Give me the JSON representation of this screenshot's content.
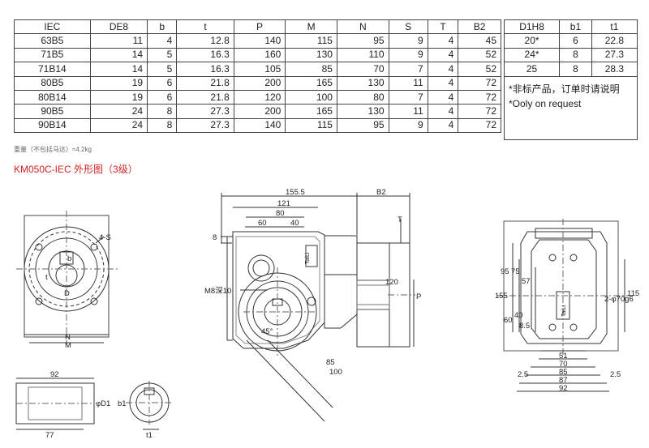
{
  "spec_table": {
    "headers": [
      "IEC",
      "DE8",
      "b",
      "t",
      "P",
      "M",
      "N",
      "S",
      "T",
      "B2"
    ],
    "rows": [
      [
        "63B5",
        "11",
        "4",
        "12.8",
        "140",
        "115",
        "95",
        "9",
        "4",
        "45"
      ],
      [
        "71B5",
        "14",
        "5",
        "16.3",
        "160",
        "130",
        "110",
        "9",
        "4",
        "52"
      ],
      [
        "71B14",
        "14",
        "5",
        "16.3",
        "105",
        "85",
        "70",
        "7",
        "4",
        "52"
      ],
      [
        "80B5",
        "19",
        "6",
        "21.8",
        "200",
        "165",
        "130",
        "11",
        "4",
        "72"
      ],
      [
        "80B14",
        "19",
        "6",
        "21.8",
        "120",
        "100",
        "80",
        "7",
        "4",
        "72"
      ],
      [
        "90B5",
        "24",
        "8",
        "27.3",
        "200",
        "165",
        "130",
        "11",
        "4",
        "72"
      ],
      [
        "90B14",
        "24",
        "8",
        "27.3",
        "140",
        "115",
        "95",
        "9",
        "4",
        "72"
      ]
    ]
  },
  "flange_table": {
    "headers": [
      "D1H8",
      "b1",
      "t1"
    ],
    "rows": [
      [
        "20*",
        "6",
        "22.8"
      ],
      [
        "24*",
        "8",
        "27.3"
      ],
      [
        "25",
        "8",
        "28.3"
      ]
    ],
    "note_cn": "*非标产品，订单时请说明",
    "note_en": "*Ooly on request"
  },
  "weight_note": "重量（不包括马达）≈4.2kg",
  "diagram_title": "KM050C-IEC 外形图（3级）",
  "dims": {
    "front": {
      "four_s": "4-S",
      "b": "b",
      "t": "t",
      "d": "D",
      "n": "N",
      "m": "M"
    },
    "side": {
      "d155_5": "155.5",
      "b2": "B2",
      "d121": "121",
      "d80": "80",
      "d60": "60",
      "d40": "40",
      "d8": "8",
      "t": "T",
      "m8": "M8深10",
      "d120": "120",
      "p": "P",
      "d45": "45°",
      "d85": "85",
      "d100": "100"
    },
    "right": {
      "d95": "95",
      "d75": "75",
      "d57": "57",
      "d155": "155",
      "d60": "60",
      "d40": "40",
      "d8_5": "8.5",
      "d115": "115",
      "phi70": "2-φ70g6",
      "d51": "51",
      "d70": "70",
      "d85": "85",
      "d87": "87",
      "d92": "92",
      "d2_5l": "2.5",
      "d2_5r": "2.5"
    },
    "shaft": {
      "d92": "92",
      "d77": "77",
      "phi_d1": "φD1",
      "b1": "b1",
      "t1": "t1"
    }
  },
  "label_plate": "TaiLi"
}
